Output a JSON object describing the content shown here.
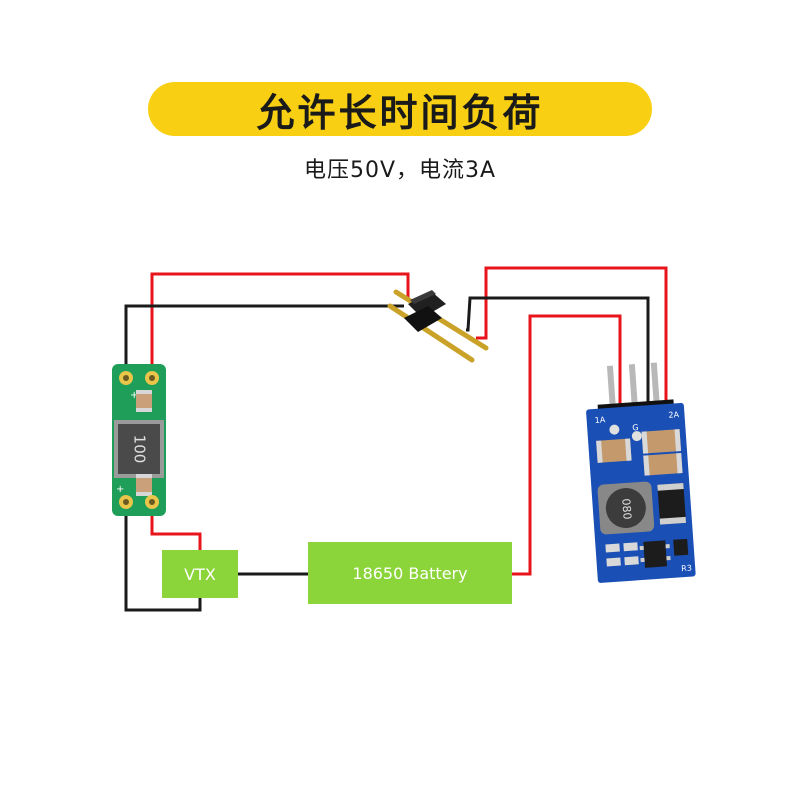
{
  "header": {
    "title": "允许长时间负荷",
    "subtitle": "电压50V，电流3A"
  },
  "blocks": {
    "vtx": {
      "label": "VTX"
    },
    "battery": {
      "label": "18650 Battery"
    }
  },
  "filter_module": {
    "inductor_marking": "100",
    "plus_top": "+",
    "plus_bottom": "+"
  },
  "converter_module": {
    "inductor_marking": "080",
    "pin_left": "1A",
    "pin_mid": "G",
    "pin_right": "2A",
    "r3_label": "R3"
  },
  "colors": {
    "accent_yellow": "#f8cf12",
    "block_green": "#8bd43a",
    "wire_red": "#e8141c",
    "wire_black": "#1a1a1a",
    "pcb_green": "#1f9e5a",
    "pcb_blue": "#1a4fb5"
  }
}
